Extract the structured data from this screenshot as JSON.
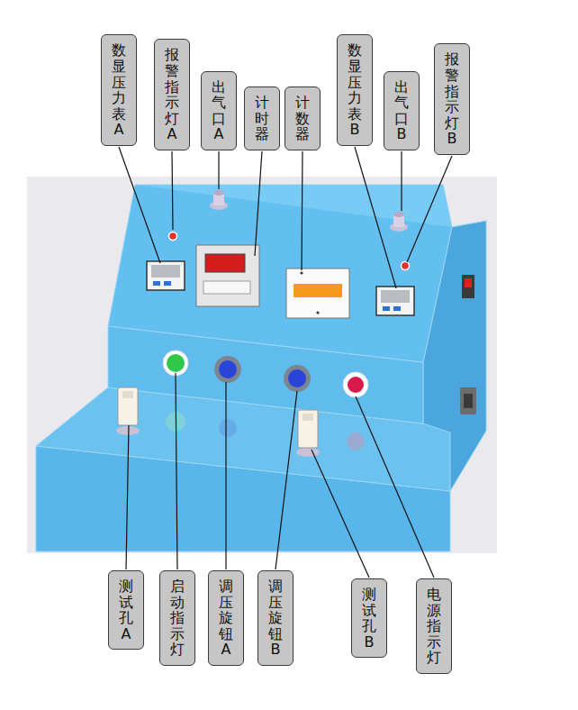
{
  "diagram": {
    "nodes": [
      {
        "text": [
          "数显压力表A"
        ]
      },
      {
        "text": [
          "报警指示灯A"
        ]
      },
      {
        "text": [
          "出气口A"
        ]
      },
      {
        "text": [
          "计时器"
        ]
      },
      {
        "text": [
          "计数器"
        ]
      },
      {
        "text": [
          "数显压力表B"
        ]
      },
      {
        "text": [
          "出气口B"
        ]
      },
      {
        "text": [
          "报警指示灯B"
        ]
      },
      {
        "text": [
          "测试孔A"
        ]
      },
      {
        "text": [
          "启动指示灯"
        ]
      },
      {
        "text": [
          "调压旋钮A"
        ]
      },
      {
        "text": [
          "调压旋钮B"
        ]
      },
      {
        "text": [
          "测试孔B"
        ]
      },
      {
        "text": [
          "电源指示灯"
        ]
      }
    ],
    "edges": []
  }
}
